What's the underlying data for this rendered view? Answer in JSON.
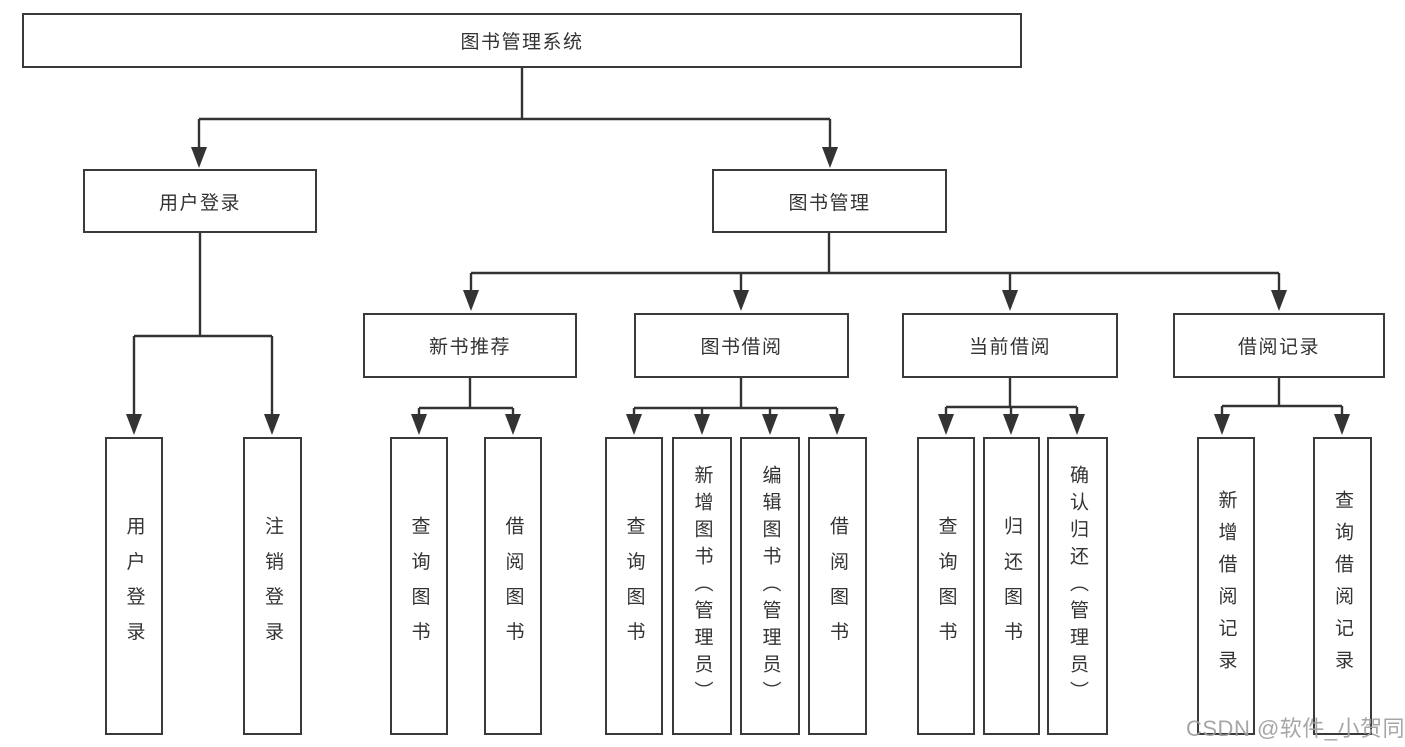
{
  "diagram": {
    "watermark": "CSDN @软件_小贺同学",
    "colors": {
      "line": "#333333",
      "box_border": "#3a3a3a",
      "text": "#333333",
      "background": "#ffffff",
      "watermark": "#9e9e9e"
    }
  },
  "nodes": {
    "root": {
      "label": "图书管理系统"
    },
    "user_login_branch": {
      "label": "用户登录",
      "children": [
        {
          "label": "用户登录"
        },
        {
          "label": "注销登录"
        }
      ]
    },
    "book_mgmt_branch": {
      "label": "图书管理",
      "children": [
        {
          "label": "新书推荐",
          "children": [
            {
              "label": "查询图书"
            },
            {
              "label": "借阅图书"
            }
          ]
        },
        {
          "label": "图书借阅",
          "children": [
            {
              "label": "查询图书"
            },
            {
              "label": "新增图书（管理员）"
            },
            {
              "label": "编辑图书（管理员）"
            },
            {
              "label": "借阅图书"
            }
          ]
        },
        {
          "label": "当前借阅",
          "children": [
            {
              "label": "查询图书"
            },
            {
              "label": "归还图书"
            },
            {
              "label": "确认归还（管理员）"
            }
          ]
        },
        {
          "label": "借阅记录",
          "children": [
            {
              "label": "新增借阅记录"
            },
            {
              "label": "查询借阅记录"
            }
          ]
        }
      ]
    }
  }
}
